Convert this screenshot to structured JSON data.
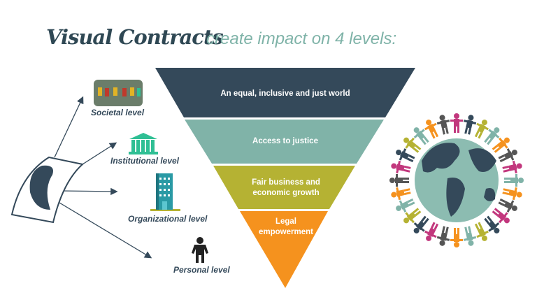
{
  "header": {
    "title": "Visual Contracts",
    "subtitle": "create impact on 4 levels:"
  },
  "levels": [
    {
      "label": "Societal level",
      "icon": "crowd-icon"
    },
    {
      "label": "Institutional level",
      "icon": "institution-icon"
    },
    {
      "label": "Organizational level",
      "icon": "building-icon"
    },
    {
      "label": "Personal level",
      "icon": "person-icon"
    }
  ],
  "pyramid": [
    {
      "label": "An equal, inclusive and just world",
      "color": "#34495a"
    },
    {
      "label": "Access to justice",
      "color": "#80b3a8"
    },
    {
      "label": "Fair business and economic growth",
      "color": "#b5b233"
    },
    {
      "label": "Legal empowerment",
      "color": "#f5921e"
    }
  ],
  "colors": {
    "dark": "#34495a",
    "teal": "#80b3a8",
    "green": "#2fbf94",
    "olive": "#b5b233",
    "orange": "#f5921e"
  }
}
